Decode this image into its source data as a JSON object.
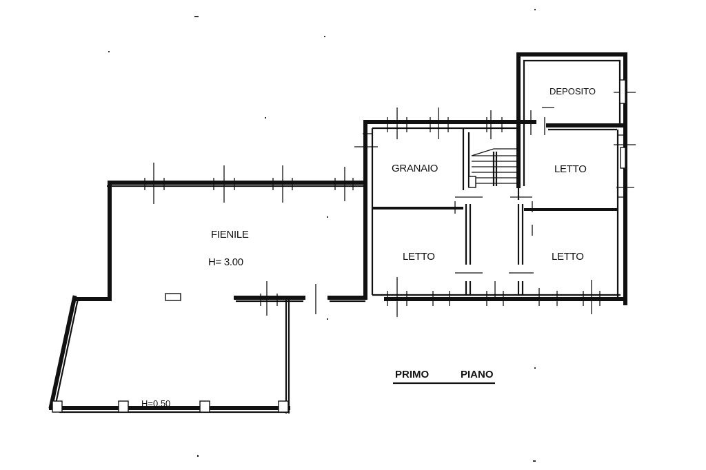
{
  "rooms": {
    "fienile": "FIENILE",
    "fienile_height": "H= 3.00",
    "portico_height": "H=0.50",
    "granaio": "GRANAIO",
    "deposito": "DEPOSITO",
    "letto_1": "LETTO",
    "letto_2": "LETTO",
    "letto_3": "LETTO"
  },
  "floor_title_1": "PRIMO",
  "floor_title_2": "PIANO",
  "colors": {
    "ink": "#111111",
    "paper": "#ffffff"
  }
}
